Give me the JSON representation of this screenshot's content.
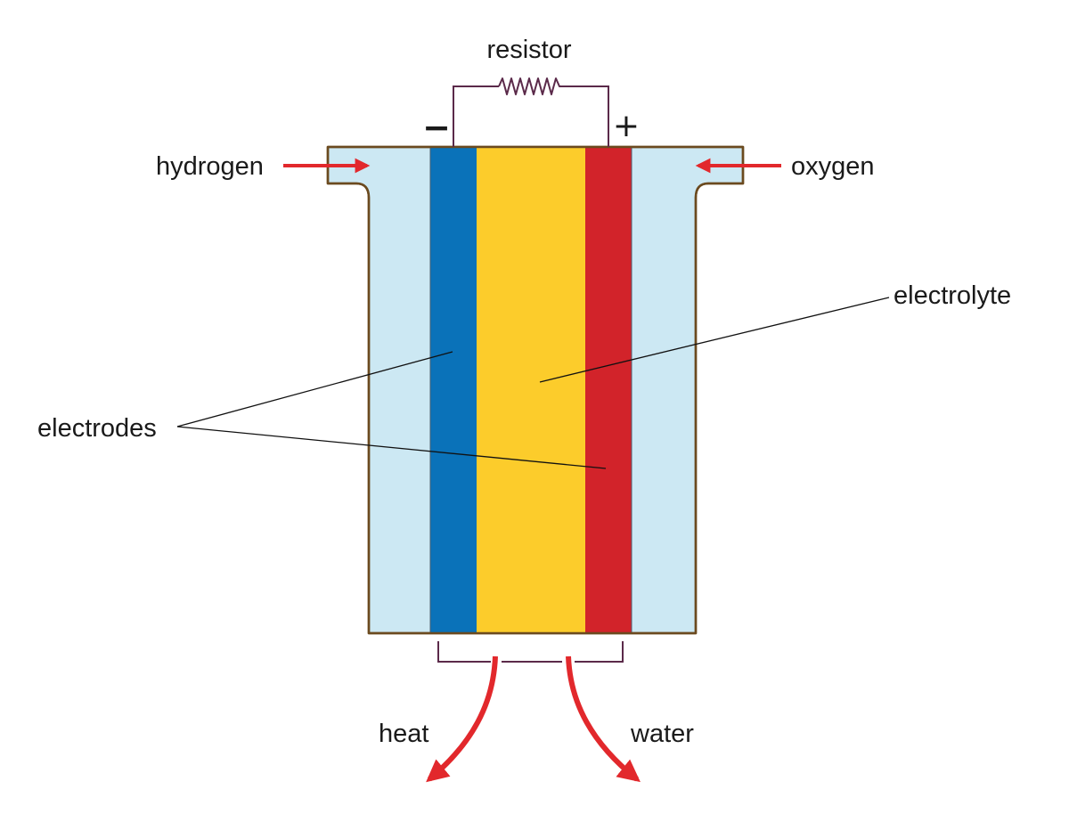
{
  "labels": {
    "resistor": "resistor",
    "negative": "−",
    "positive": "+",
    "hydrogen": "hydrogen",
    "oxygen": "oxygen",
    "electrolyte": "electrolyte",
    "electrodes": "electrodes",
    "heat": "heat",
    "water": "water"
  },
  "colors": {
    "gas_chamber": "#cce8f3",
    "anode": "#0a72b9",
    "electrolyte": "#fccc2b",
    "cathode": "#d2232a",
    "outline": "#6b4a1f",
    "circuit": "#5b2a4a",
    "arrow": "#e2282c",
    "leader": "#111111"
  }
}
